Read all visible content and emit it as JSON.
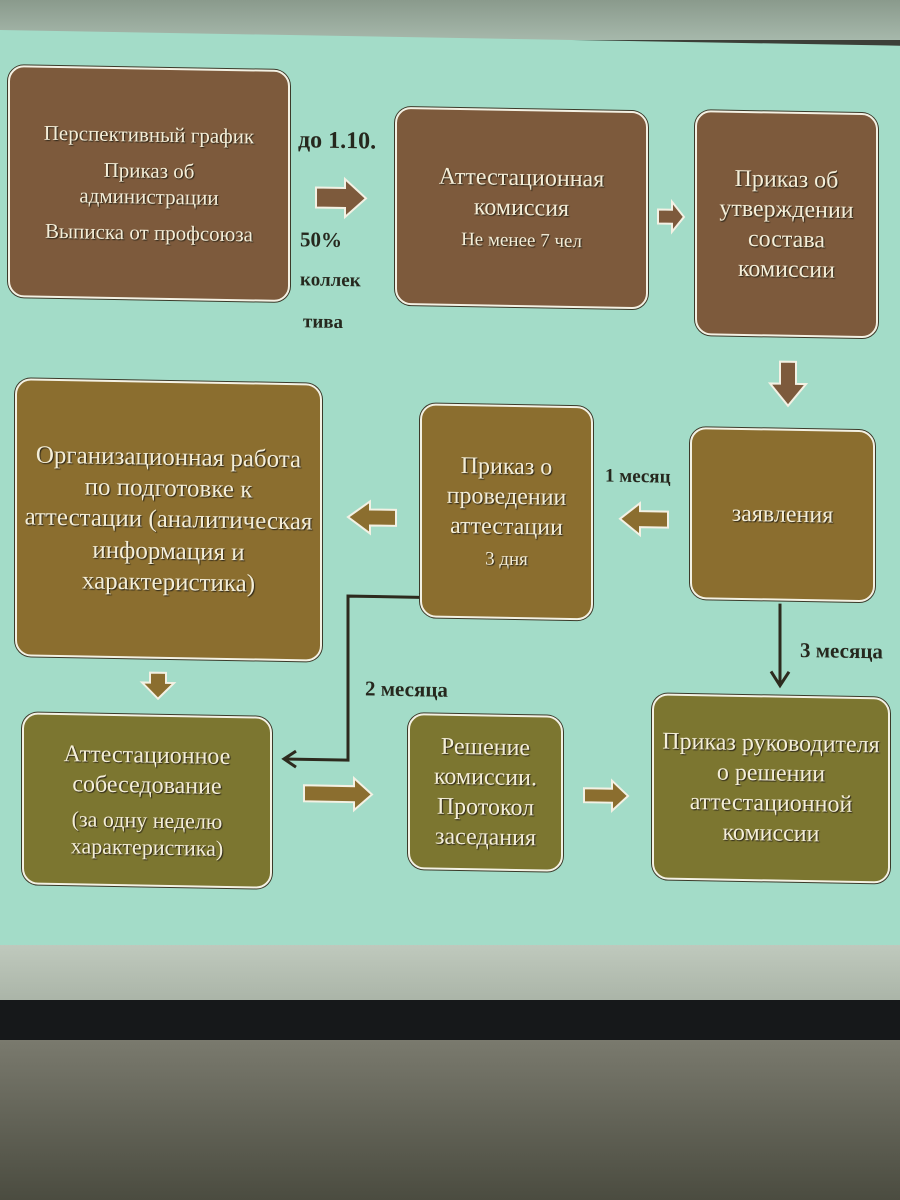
{
  "diagram": {
    "boxes": [
      {
        "lines": [
          "Перспективный график",
          "Приказ об администрации",
          "Выписка от профсоюза"
        ]
      },
      {
        "title": "Аттестационная комиссия",
        "note": "Не менее 7 чел"
      },
      {
        "title": "Приказ об утверждении состава комиссии"
      },
      {
        "title": "заявления"
      },
      {
        "title": "Приказ о проведении аттестации",
        "note": "3 дня"
      },
      {
        "title": "Организационная работа по подготовке к аттестации (аналитическая информация и характеристика)"
      },
      {
        "title": "Аттестационное собеседование",
        "note": "(за одну неделю характеристика)"
      },
      {
        "title": "Решение комиссии. Протокол заседания"
      },
      {
        "title": "Приказ руководителя о решении аттестационной комиссии"
      }
    ],
    "labels": {
      "deadline": "до 1.10.",
      "quorum_pct": "50%",
      "quorum_1": "коллек",
      "quorum_2": "тива",
      "one_month": "1 месяц",
      "three_months": "3 месяца",
      "two_months": "2 месяца"
    },
    "colors": {
      "background": "#a3dcc8",
      "brown": "#7d5a3c",
      "olive": "#8b6e2f"
    }
  }
}
